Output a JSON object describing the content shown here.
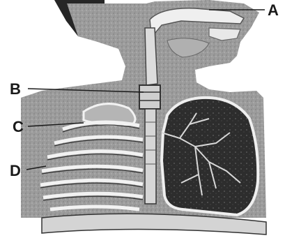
{
  "labels": {
    "a": "A",
    "b": "B",
    "c": "C",
    "d": "D"
  },
  "colors": {
    "background": "#ffffff",
    "tissue": "#9a9a9a",
    "tissue_light": "#b9b9b9",
    "dark": "#2a2a2a",
    "outline": "#f2f2f2"
  }
}
